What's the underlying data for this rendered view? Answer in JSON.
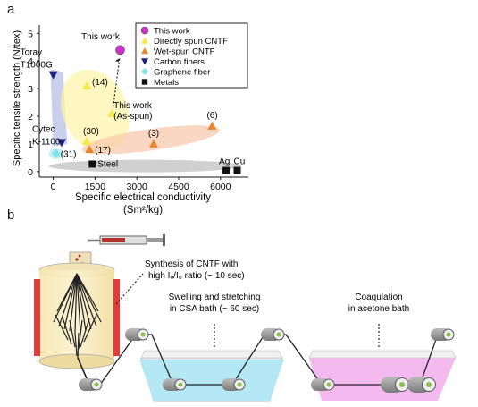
{
  "panel_a": {
    "letter": "a",
    "chart_data": {
      "type": "scatter",
      "xlabel_line1": "Specific electrical conductivity",
      "xlabel_line2": "(Sm²/kg)",
      "ylabel": "Specific tensile strength (N/tex)",
      "xlim": [
        -500,
        7000
      ],
      "ylim": [
        -0.2,
        5.3
      ],
      "xticks": [
        "0",
        "1500",
        "3000",
        "4500",
        "6000"
      ],
      "xtick_values": [
        0,
        1500,
        3000,
        4500,
        6000
      ],
      "yticks": [
        "0",
        "1",
        "2",
        "3",
        "4",
        "5"
      ],
      "ytick_values": [
        0,
        1,
        2,
        3,
        4,
        5
      ],
      "legend": [
        {
          "label": "This work",
          "color": "#cc33cc",
          "marker": "circle"
        },
        {
          "label": "Directly spun CNTF",
          "color": "#f5e84a",
          "marker": "triangle-up"
        },
        {
          "label": "Wet-spun CNTF",
          "color": "#e9862c",
          "marker": "triangle-up"
        },
        {
          "label": "Carbon fibers",
          "color": "#1a237e",
          "marker": "triangle-down"
        },
        {
          "label": "Graphene fiber",
          "color": "#7fe3f0",
          "marker": "diamond"
        },
        {
          "label": "Metals",
          "color": "#111111",
          "marker": "square"
        }
      ],
      "series": [
        {
          "name": "This work",
          "points": [
            [
              2400,
              4.4
            ]
          ]
        },
        {
          "name": "Directly spun CNTF",
          "points": [
            [
              1200,
              3.1
            ],
            [
              2100,
              2.1
            ],
            [
              1200,
              1.1
            ]
          ]
        },
        {
          "name": "Wet-spun CNTF",
          "points": [
            [
              1300,
              0.8
            ],
            [
              3600,
              1.0
            ],
            [
              5700,
              1.65
            ]
          ]
        },
        {
          "name": "Carbon fibers",
          "points": [
            [
              0,
              3.5
            ],
            [
              300,
              1.05
            ]
          ]
        },
        {
          "name": "Graphene fiber",
          "points": [
            [
              100,
              0.65
            ]
          ]
        },
        {
          "name": "Metals",
          "points": [
            [
              1400,
              0.27
            ],
            [
              6200,
              0.04
            ],
            [
              6600,
              0.04
            ]
          ]
        }
      ],
      "point_labels": [
        {
          "text": "This work",
          "x": 2400,
          "y": 4.4
        },
        {
          "text": "Toray",
          "x": 0,
          "y": 3.5
        },
        {
          "text": "T1000G",
          "x": 0,
          "y": 3.5
        },
        {
          "text": "(14)",
          "x": 1200,
          "y": 3.1
        },
        {
          "text": "This work",
          "x": 2100,
          "y": 2.1
        },
        {
          "text": "(As-spun)",
          "x": 2100,
          "y": 2.1
        },
        {
          "text": "Cytec",
          "x": 300,
          "y": 1.05
        },
        {
          "text": "K-1100",
          "x": 300,
          "y": 1.05
        },
        {
          "text": "(30)",
          "x": 1200,
          "y": 1.1
        },
        {
          "text": "(6)",
          "x": 5700,
          "y": 1.65
        },
        {
          "text": "(3)",
          "x": 3600,
          "y": 1.0
        },
        {
          "text": "(17)",
          "x": 1300,
          "y": 0.8
        },
        {
          "text": "(31)",
          "x": 100,
          "y": 0.65
        },
        {
          "text": "Steel",
          "x": 1400,
          "y": 0.27
        },
        {
          "text": "Ag",
          "x": 6200,
          "y": 0.04
        },
        {
          "text": "Cu",
          "x": 6600,
          "y": 0.04
        }
      ],
      "grid": false,
      "legend_position": "top-right"
    }
  },
  "panel_b": {
    "letter": "b",
    "label_synthesis_l1": "Synthesis of CNTF with",
    "label_synthesis_l2": "high Iₐ/I₀ ratio (~ 10 sec)",
    "label_swelling_l1": "Swelling and stretching",
    "label_swelling_l2": "in CSA bath (~ 60 sec)",
    "label_coag_l1": "Coagulation",
    "label_coag_l2": "in acetone bath",
    "csa_color": "#aee8f5",
    "acetone_color": "#f3b6ee"
  }
}
